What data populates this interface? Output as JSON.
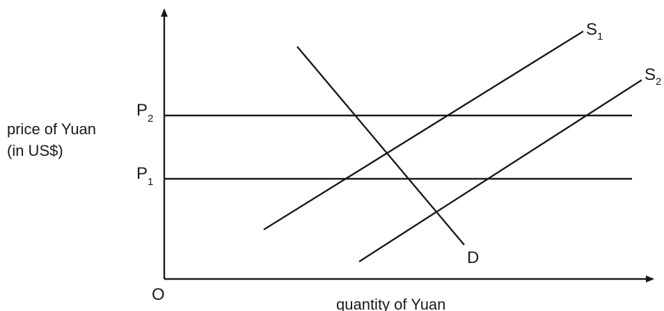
{
  "axes": {
    "y_title_line1": "price of Yuan",
    "y_title_line2": "(in US$)",
    "x_title": "quantity of Yuan",
    "origin": "O"
  },
  "price_levels": [
    {
      "main": "P",
      "sub": "2"
    },
    {
      "main": "P",
      "sub": "1"
    }
  ],
  "curves": {
    "s1": {
      "main": "S",
      "sub": "1"
    },
    "s2": {
      "main": "S",
      "sub": "2"
    },
    "d": {
      "main": "D"
    }
  },
  "colors": {
    "ink": "#1a1a1a",
    "background": "#ffffff"
  }
}
